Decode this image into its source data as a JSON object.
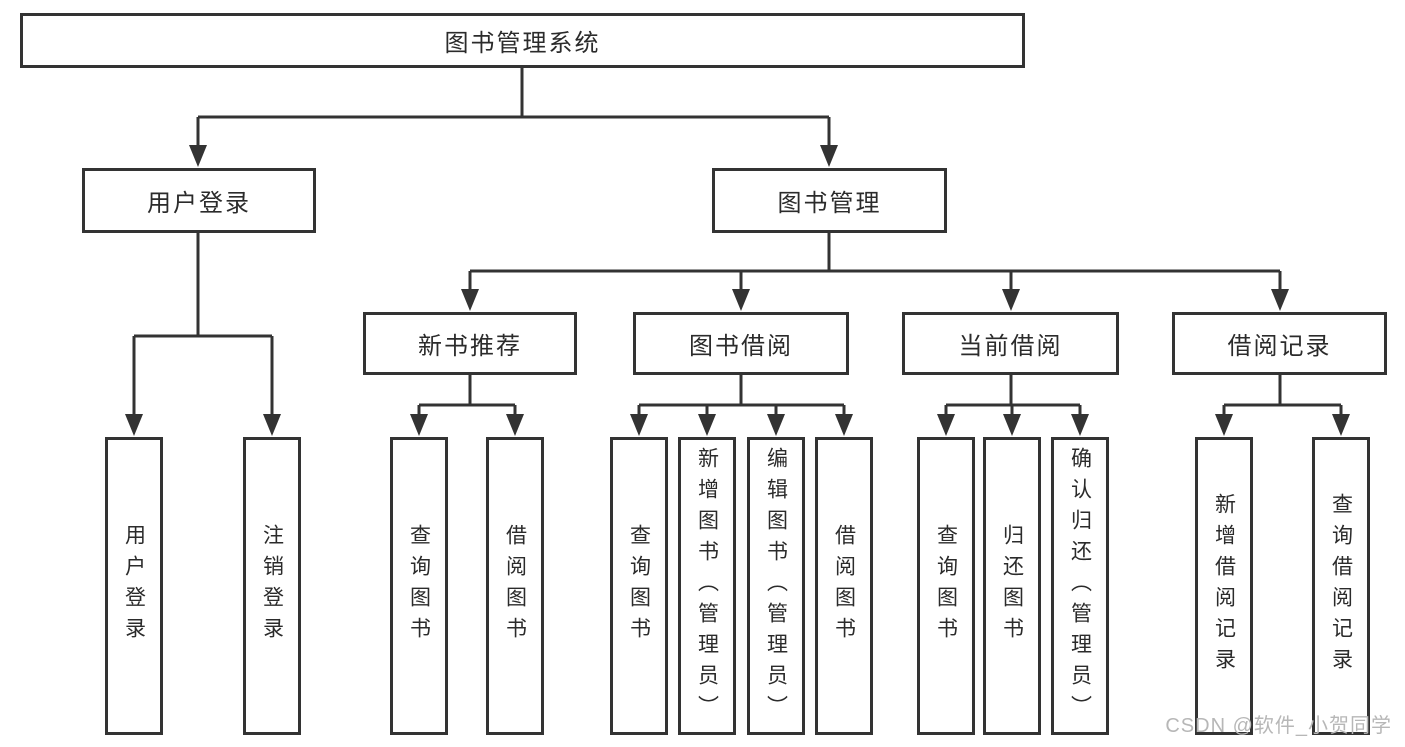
{
  "diagram_title": "图书管理系统",
  "nodes": {
    "root": {
      "id": "library-management-system",
      "label": "图书管理系统"
    },
    "level2": [
      {
        "id": "user-login",
        "label": "用户登录",
        "parent": "library-management-system"
      },
      {
        "id": "book-management",
        "label": "图书管理",
        "parent": "library-management-system"
      }
    ],
    "level3": [
      {
        "id": "new-book-recommendation",
        "label": "新书推荐",
        "parent": "book-management"
      },
      {
        "id": "book-borrowing",
        "label": "图书借阅",
        "parent": "book-management"
      },
      {
        "id": "current-borrowing",
        "label": "当前借阅",
        "parent": "book-management"
      },
      {
        "id": "borrowing-records",
        "label": "借阅记录",
        "parent": "book-management"
      }
    ],
    "leaves": [
      {
        "id": "user-login-action",
        "label": "用户登录",
        "parent": "user-login"
      },
      {
        "id": "logout-action",
        "label": "注销登录",
        "parent": "user-login"
      },
      {
        "id": "query-books-recommend",
        "label": "查询图书",
        "parent": "new-book-recommendation"
      },
      {
        "id": "borrow-books-recommend",
        "label": "借阅图书",
        "parent": "new-book-recommendation"
      },
      {
        "id": "query-books-borrowing",
        "label": "查询图书",
        "parent": "book-borrowing"
      },
      {
        "id": "add-books-admin",
        "label": "新增图书（管理员）",
        "parent": "book-borrowing"
      },
      {
        "id": "edit-books-admin",
        "label": "编辑图书（管理员）",
        "parent": "book-borrowing"
      },
      {
        "id": "borrow-books-borrowing",
        "label": "借阅图书",
        "parent": "book-borrowing"
      },
      {
        "id": "query-books-current",
        "label": "查询图书",
        "parent": "current-borrowing"
      },
      {
        "id": "return-books",
        "label": "归还图书",
        "parent": "current-borrowing"
      },
      {
        "id": "confirm-return-admin",
        "label": "确认归还（管理员）",
        "parent": "current-borrowing"
      },
      {
        "id": "add-borrow-record",
        "label": "新增借阅记录",
        "parent": "borrowing-records"
      },
      {
        "id": "query-borrow-record",
        "label": "查询借阅记录",
        "parent": "borrowing-records"
      }
    ]
  },
  "watermark": {
    "text": "CSDN @软件_小贺同学"
  },
  "colors": {
    "line": "#333333",
    "box_border": "#333333",
    "box_background": "#ffffff",
    "text": "#2b2b2b",
    "watermark": "#b7b7b7",
    "page_background": "#ffffff"
  }
}
